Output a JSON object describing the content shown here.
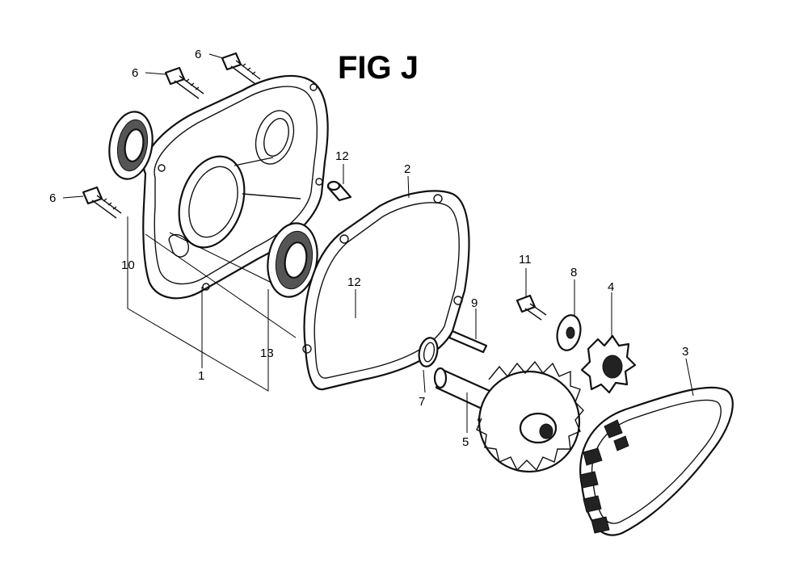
{
  "figure": {
    "title": "FIG J"
  },
  "callouts": {
    "c1": "1",
    "c2": "2",
    "c3": "3",
    "c4": "4",
    "c5": "5",
    "c6a": "6",
    "c6b": "6",
    "c6c": "6",
    "c7": "7",
    "c8": "8",
    "c9": "9",
    "c10": "10",
    "c11": "11",
    "c12a": "12",
    "c12b": "12",
    "c13": "13"
  }
}
